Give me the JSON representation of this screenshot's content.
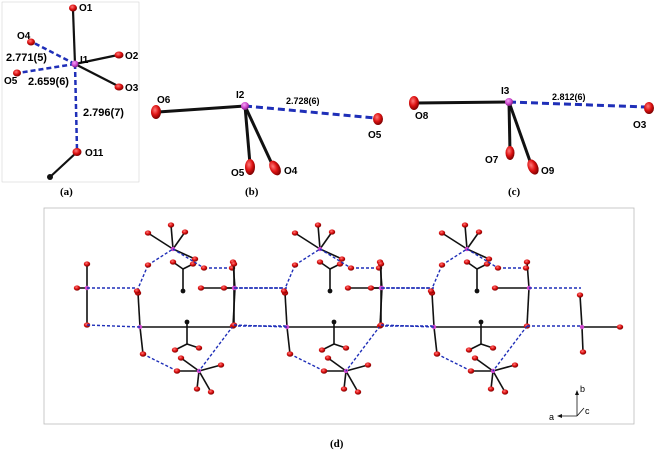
{
  "panels": {
    "a": {
      "caption": "(a)",
      "atoms": {
        "I1": "I1",
        "O1": "O1",
        "O2": "O2",
        "O3": "O3",
        "O4": "O4",
        "O5": "O5",
        "O11": "O11"
      },
      "distances": [
        "2.771(5)",
        "2.659(6)",
        "2.796(7)"
      ]
    },
    "b": {
      "caption": "(b)",
      "atoms": {
        "I2": "I2",
        "O6": "O6",
        "O5a": "O5",
        "O5b": "O5",
        "O4": "O4"
      },
      "distance": "2.728(6)"
    },
    "c": {
      "caption": "(c)",
      "atoms": {
        "I3": "I3",
        "O8": "O8",
        "O3": "O3",
        "O7": "O7",
        "O9": "O9"
      },
      "distance": "2.812(6)"
    },
    "d": {
      "caption": "(d)",
      "axes": {
        "b": "b",
        "a": "a",
        "c": "c"
      }
    }
  },
  "colors": {
    "iodine": "#cc44cc",
    "oxygen": "#dd1111",
    "bond": "#111111",
    "halogen_bond": "#1f2fb8",
    "frame": "#bbbbbb"
  }
}
